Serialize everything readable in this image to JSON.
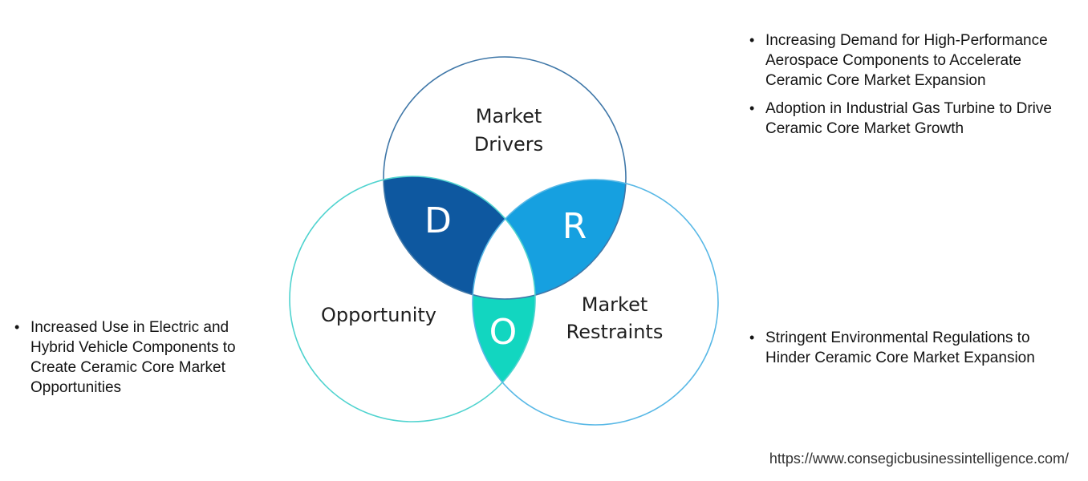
{
  "diagram": {
    "circles": {
      "drivers": {
        "label_lines": [
          "Market",
          "Drivers"
        ],
        "stroke": "#3f77a8"
      },
      "opportunity": {
        "label_lines": [
          "Opportunity"
        ],
        "stroke": "#4fd3cf"
      },
      "restraints": {
        "label_lines": [
          "Market",
          "Restraints"
        ],
        "stroke": "#58b8e6"
      }
    },
    "intersections": {
      "d": {
        "letter": "D",
        "color": "#0e58a0"
      },
      "r": {
        "letter": "R",
        "color": "#16a0e0"
      },
      "o": {
        "letter": "O",
        "color": "#12d6c0"
      }
    }
  },
  "drivers_points": [
    "Increasing Demand for High-Performance Aerospace Components to Accelerate Ceramic Core Market Expansion",
    "Adoption in Industrial Gas Turbine to Drive Ceramic Core Market Growth"
  ],
  "restraints_points": [
    "Stringent Environmental Regulations to Hinder Ceramic Core Market Expansion"
  ],
  "opportunity_points": [
    "Increased Use in Electric and Hybrid Vehicle Components to Create Ceramic Core Market Opportunities"
  ],
  "source_url": "https://www.consegicbusinessintelligence.com/"
}
